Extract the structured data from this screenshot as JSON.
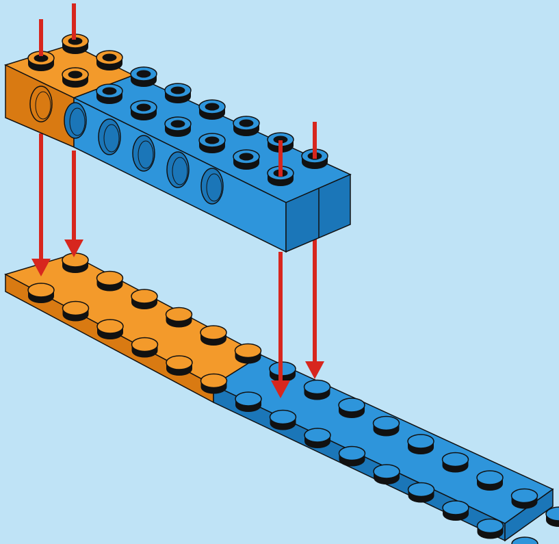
{
  "diagram": {
    "background_color": "#BFE3F6",
    "colors": {
      "orange": "#F39A2B",
      "orange_dark": "#D97A12",
      "blue": "#2E95DB",
      "blue_dark": "#1B76B8",
      "outline": "#111111",
      "arrow": "#D7261E"
    },
    "parts": [
      {
        "name": "technic-beam-orange",
        "color": "orange",
        "kind": "beam-with-hole"
      },
      {
        "name": "technic-beam-blue",
        "color": "blue",
        "kind": "beam-with-holes"
      },
      {
        "name": "plate-orange",
        "color": "orange",
        "kind": "plate"
      },
      {
        "name": "plate-blue",
        "color": "blue",
        "kind": "plate"
      }
    ],
    "arrows_count": 4,
    "arrow_direction": "down"
  }
}
